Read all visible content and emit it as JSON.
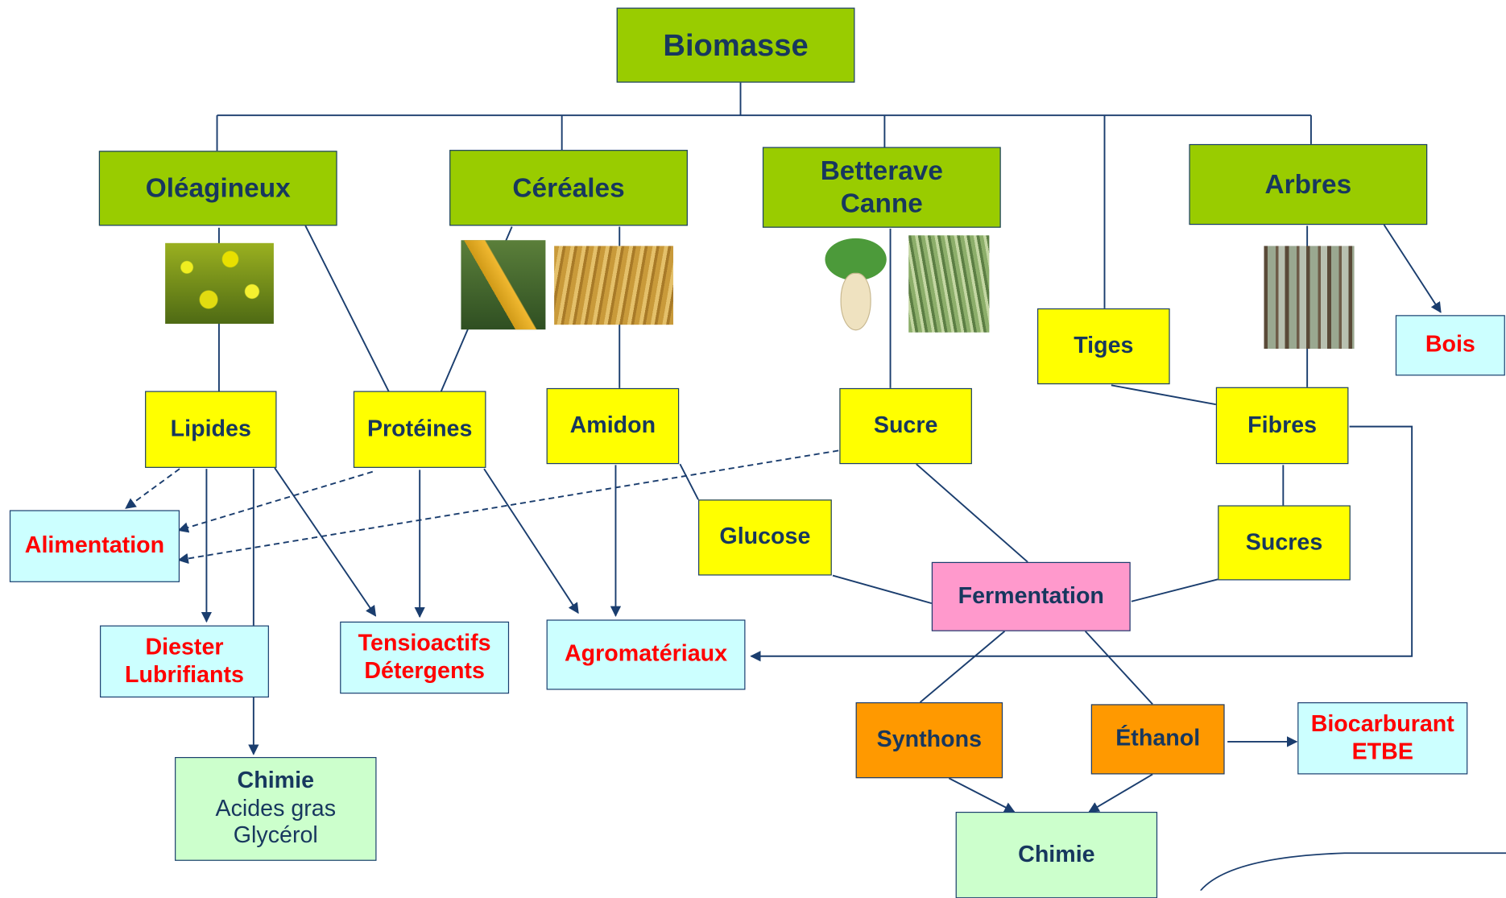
{
  "nodes": {
    "biomasse": "Biomasse",
    "oleagineux": "Oléagineux",
    "cereales": "Céréales",
    "betterave": "Betterave",
    "canne": "Canne",
    "arbres": "Arbres",
    "tiges": "Tiges",
    "bois": "Bois",
    "lipides": "Lipides",
    "proteines": "Protéines",
    "amidon": "Amidon",
    "sucre": "Sucre",
    "fibres": "Fibres",
    "alimentation": "Alimentation",
    "glucose": "Glucose",
    "sucres": "Sucres",
    "fermentation": "Fermentation",
    "diester": "Diester",
    "lubrifiants": "Lubrifiants",
    "tensioactifs": "Tensioactifs",
    "detergents": "Détergents",
    "agromateriaux": "Agromatériaux",
    "synthons": "Synthons",
    "ethanol": "Éthanol",
    "biocarburant": "Biocarburant",
    "etbe": "ETBE",
    "chimie_left": "Chimie",
    "acides_gras": "Acides gras",
    "glycerol": "Glycérol",
    "chimie_right": "Chimie"
  },
  "colors": {
    "source_box": "#99cc00",
    "component_box": "#ffff00",
    "product_box": "#ccffff",
    "process_box": "#ff99cc",
    "intermediate_box": "#ff9900",
    "chemistry_box": "#ccffcc",
    "connector": "#1a3d6e",
    "label_dark": "#17375e",
    "label_red": "#ff0000"
  },
  "photos": [
    "rapeseed-flower-photo",
    "corn-cob-photo",
    "wheat-photo",
    "sugar-beet-photo",
    "sugar-cane-photo",
    "forest-photo"
  ]
}
